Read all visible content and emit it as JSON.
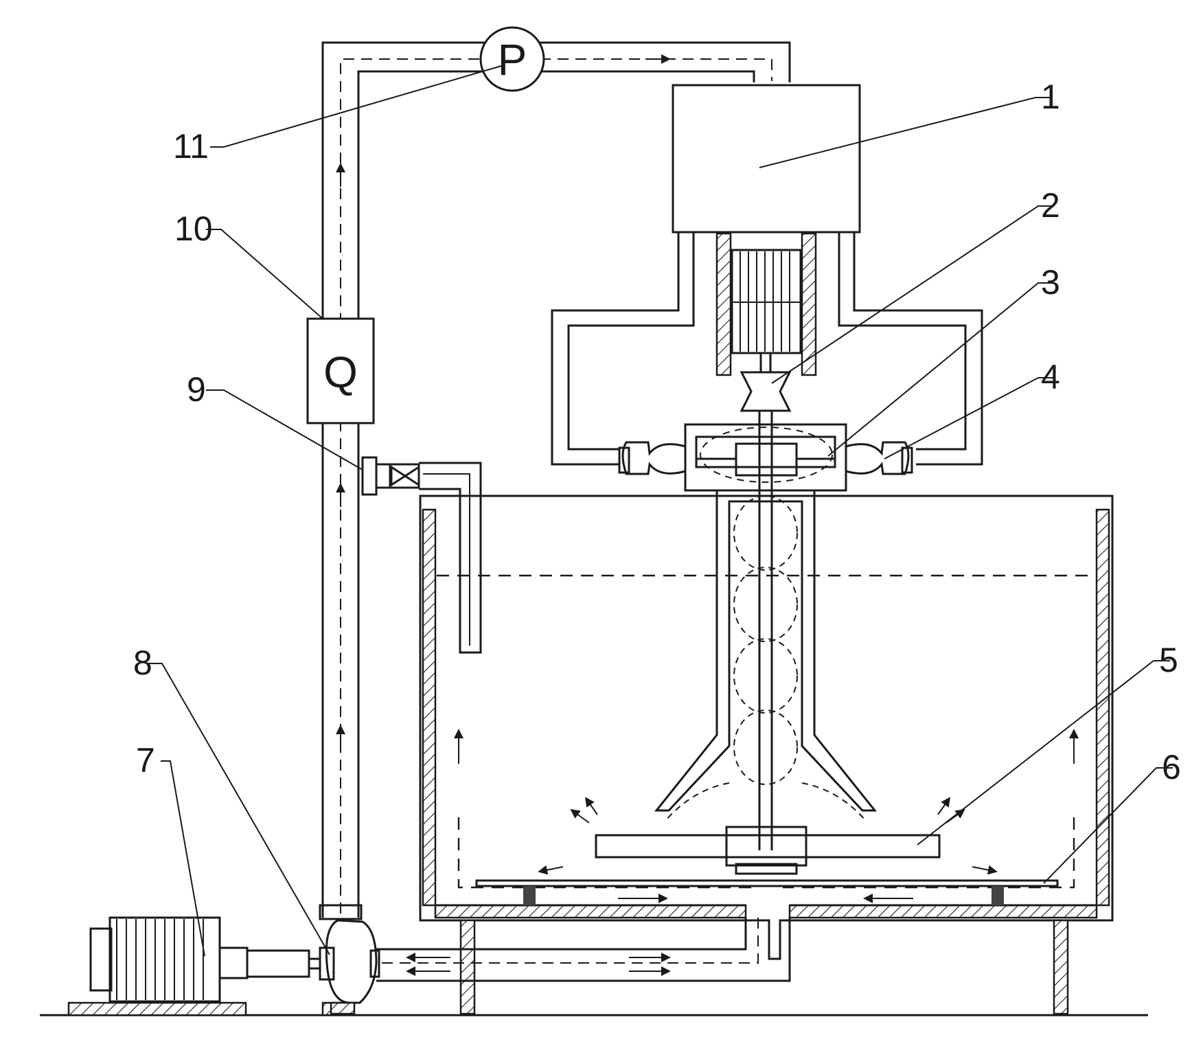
{
  "diagram": {
    "labels": {
      "l1": "1",
      "l2": "2",
      "l3": "3",
      "l4": "4",
      "l5": "5",
      "l6": "6",
      "l7": "7",
      "l8": "8",
      "l9": "9",
      "l10": "10",
      "l11": "11"
    },
    "pressure_gauge_symbol": "P",
    "flow_meter_symbol": "Q"
  }
}
